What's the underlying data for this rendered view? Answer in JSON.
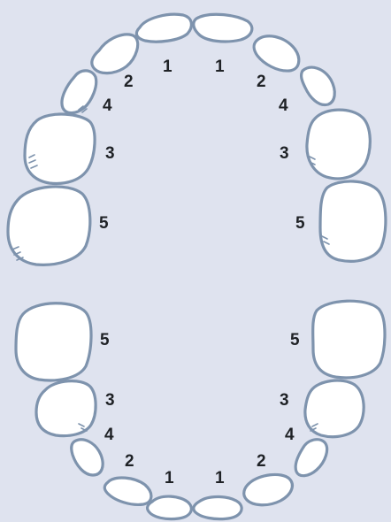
{
  "colors": {
    "background": "#dfe3ef",
    "tooth_fill": "#ffffff",
    "tooth_outline": "#7e93ad",
    "label_text": "#1f2226"
  },
  "upper_arch": {
    "left_labels": {
      "incisor_central": "1",
      "incisor_lateral": "2",
      "canine": "4",
      "molar_first": "3",
      "molar_second": "5"
    },
    "right_labels": {
      "incisor_central": "1",
      "incisor_lateral": "2",
      "canine": "4",
      "molar_first": "3",
      "molar_second": "5"
    }
  },
  "lower_arch": {
    "left_labels": {
      "incisor_central": "1",
      "incisor_lateral": "2",
      "canine": "4",
      "molar_first": "3",
      "molar_second": "5"
    },
    "right_labels": {
      "incisor_central": "1",
      "incisor_lateral": "2",
      "canine": "4",
      "molar_first": "3",
      "molar_second": "5"
    }
  }
}
